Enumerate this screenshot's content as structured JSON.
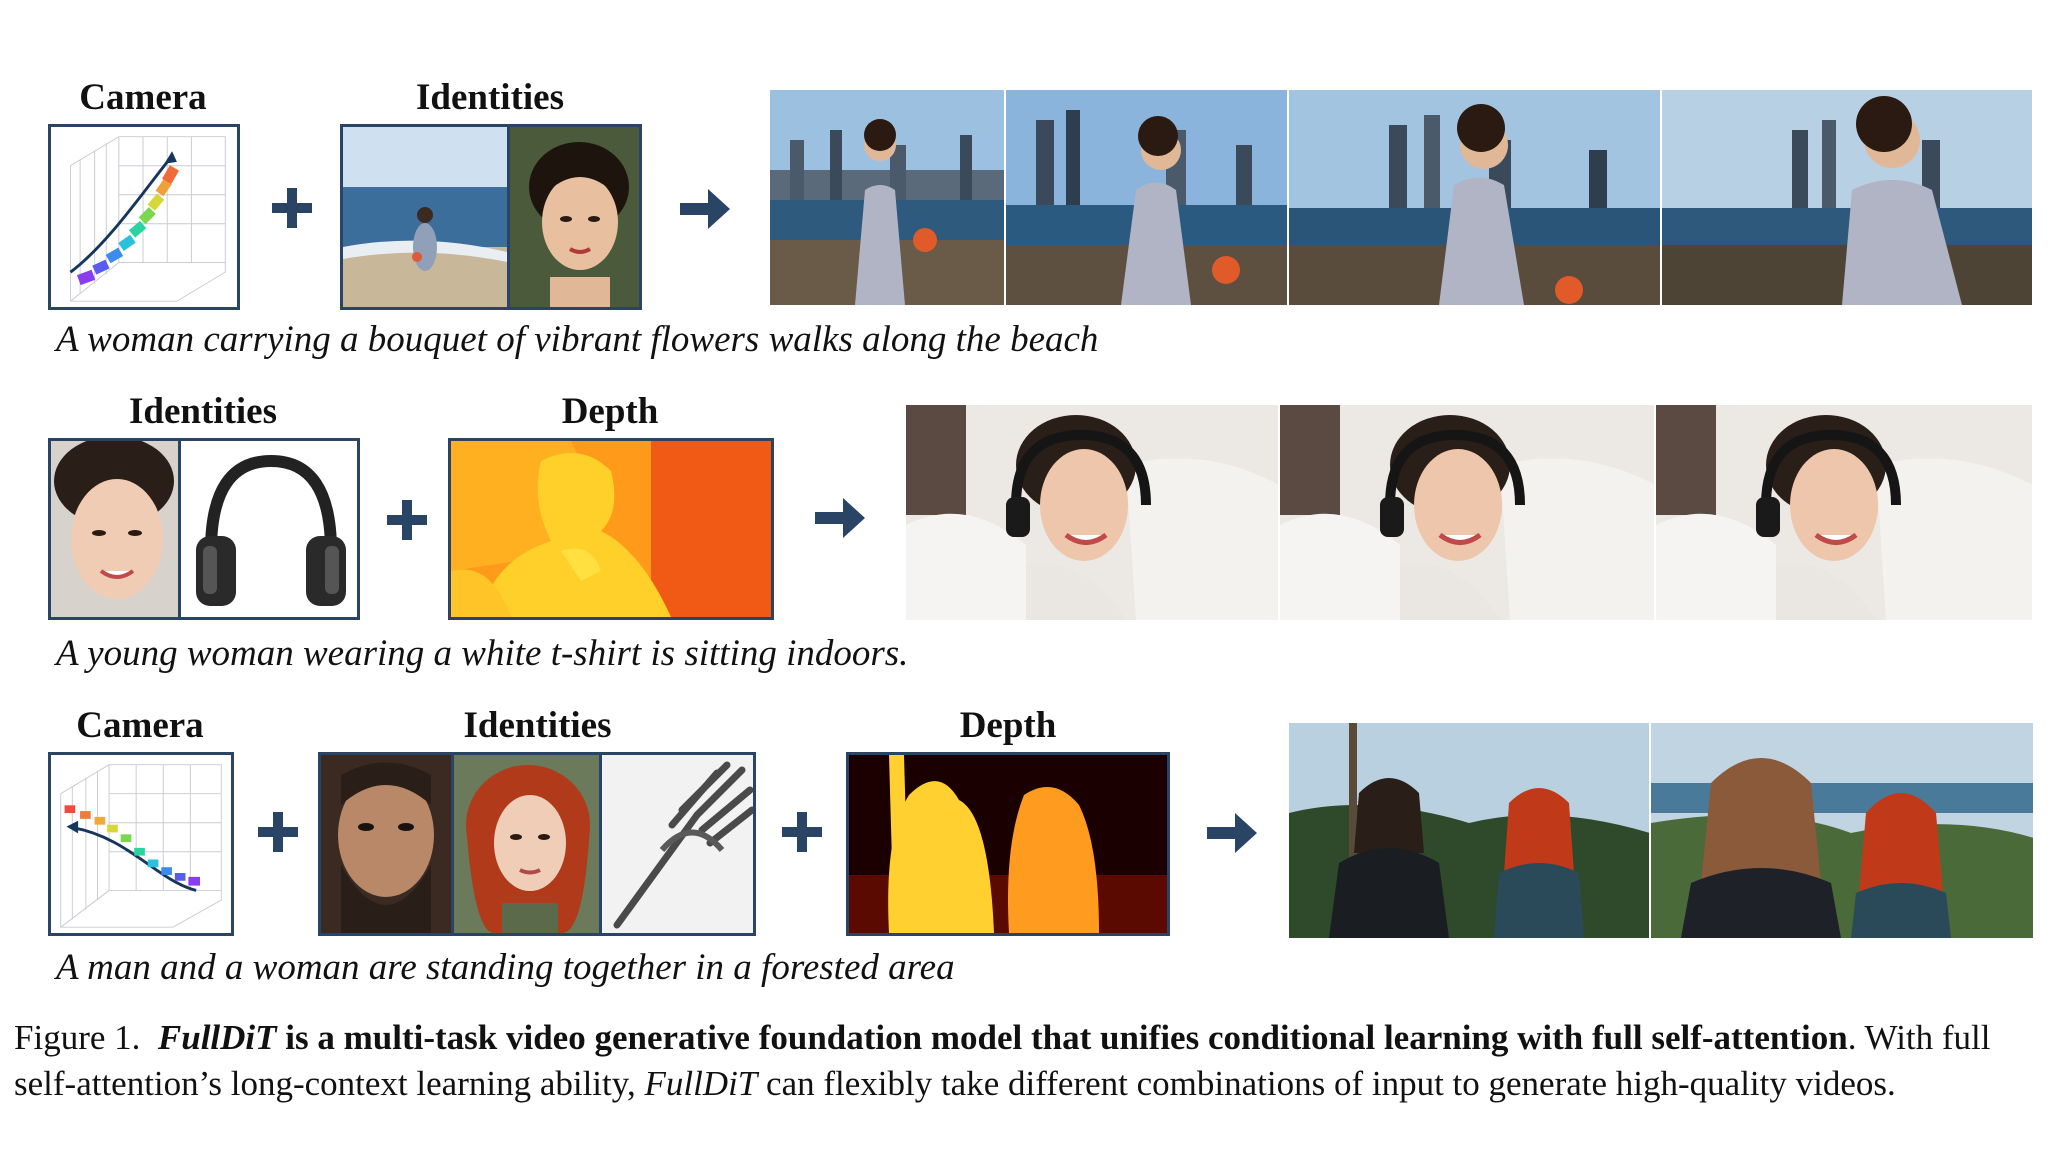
{
  "rows": [
    {
      "labels": {
        "camera": "Camera",
        "identities": "Identities"
      },
      "caption": "A woman carrying a bouquet of vibrant flowers walks along the beach",
      "output_frames": 4
    },
    {
      "labels": {
        "identities": "Identities",
        "depth": "Depth"
      },
      "caption": "A young woman wearing a white t-shirt is sitting indoors.",
      "output_frames": 3
    },
    {
      "labels": {
        "camera": "Camera",
        "identities": "Identities",
        "depth": "Depth"
      },
      "caption": "A man and a woman are standing together in a forested area",
      "output_frames": 2
    }
  ],
  "figure_caption": {
    "number": "Figure 1.",
    "title_italic": "FullDiT",
    "title_bold": " is a multi-task video generative foundation model that unifies conditional learning with full self-attention",
    "after_title": ". With full",
    "line2_part1": "self-attention’s long-context learning ability, ",
    "line2_italic": "FullDiT",
    "line2_part2": " can flexibly take different combinations of input to generate high-quality videos."
  },
  "icons": [
    "plus-icon",
    "right-arrow-icon",
    "camera-trajectory-plot"
  ],
  "colors": {
    "accent": "#2a4466",
    "depth_warm": "#ff9a1a",
    "depth_dark": "#1a0000"
  }
}
